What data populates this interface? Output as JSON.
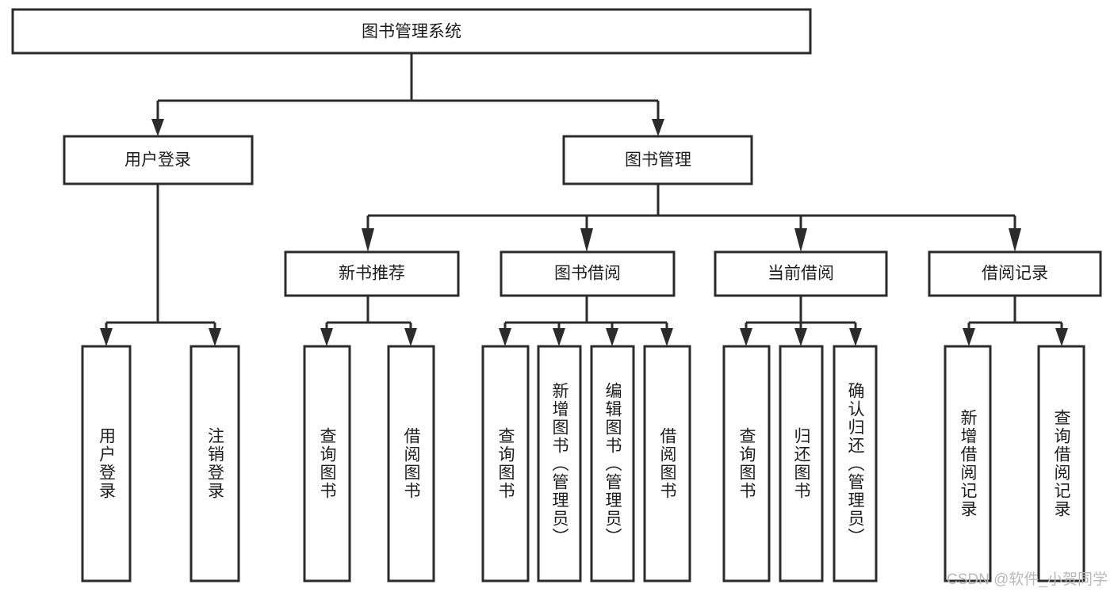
{
  "diagram": {
    "type": "tree-hierarchy",
    "title": "图书管理系统",
    "root": {
      "id": "root",
      "label": "图书管理系统",
      "orientation": "horizontal"
    },
    "level1": [
      {
        "id": "user-login",
        "label": "用户登录",
        "orientation": "horizontal"
      },
      {
        "id": "book-manage",
        "label": "图书管理",
        "orientation": "horizontal"
      }
    ],
    "level2": [
      {
        "id": "new-book-rec",
        "label": "新书推荐",
        "orientation": "horizontal",
        "parent": "book-manage"
      },
      {
        "id": "book-borrow",
        "label": "图书借阅",
        "orientation": "horizontal",
        "parent": "book-manage"
      },
      {
        "id": "current-borrow",
        "label": "当前借阅",
        "orientation": "horizontal",
        "parent": "book-manage"
      },
      {
        "id": "borrow-record",
        "label": "借阅记录",
        "orientation": "horizontal",
        "parent": "book-manage"
      }
    ],
    "leaves": [
      {
        "id": "leaf-user-login",
        "label": "用户登录",
        "orientation": "vertical",
        "parent": "user-login"
      },
      {
        "id": "leaf-logout-login",
        "label": "注销登录",
        "orientation": "vertical",
        "parent": "user-login"
      },
      {
        "id": "leaf-query-book-1",
        "label": "查询图书",
        "orientation": "vertical",
        "parent": "new-book-rec"
      },
      {
        "id": "leaf-borrow-book-1",
        "label": "借阅图书",
        "orientation": "vertical",
        "parent": "new-book-rec"
      },
      {
        "id": "leaf-query-book-2",
        "label": "查询图书",
        "orientation": "vertical",
        "parent": "book-borrow"
      },
      {
        "id": "leaf-add-book",
        "label": "新增图书（管理员）",
        "orientation": "vertical",
        "parent": "book-borrow"
      },
      {
        "id": "leaf-edit-book",
        "label": "编辑图书（管理员）",
        "orientation": "vertical",
        "parent": "book-borrow"
      },
      {
        "id": "leaf-borrow-book-2",
        "label": "借阅图书",
        "orientation": "vertical",
        "parent": "book-borrow"
      },
      {
        "id": "leaf-query-book-3",
        "label": "查询图书",
        "orientation": "vertical",
        "parent": "current-borrow"
      },
      {
        "id": "leaf-return-book",
        "label": "归还图书",
        "orientation": "vertical",
        "parent": "current-borrow"
      },
      {
        "id": "leaf-confirm-return",
        "label": "确认归还（管理员）",
        "orientation": "vertical",
        "parent": "current-borrow"
      },
      {
        "id": "leaf-add-record",
        "label": "新增借阅记录",
        "orientation": "vertical",
        "parent": "borrow-record"
      },
      {
        "id": "leaf-query-record",
        "label": "查询借阅记录",
        "orientation": "vertical",
        "parent": "borrow-record"
      }
    ],
    "colors": {
      "stroke": "#2b2b2b",
      "fill": "#ffffff",
      "text": "#1d1d1d",
      "watermark": "#b9b9b9",
      "background": "#ffffff"
    }
  },
  "watermark": {
    "text": "CSDN @软件_小贺同学"
  }
}
